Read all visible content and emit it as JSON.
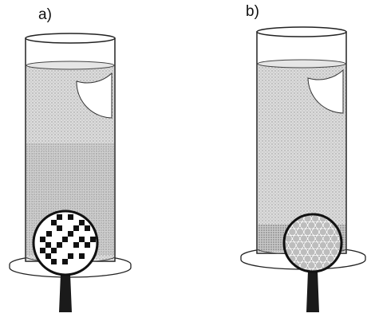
{
  "panels": [
    {
      "label": "a)",
      "magnified_pattern": "irregular-clusters"
    },
    {
      "label": "b)",
      "magnified_pattern": "ordered-spheres"
    }
  ],
  "colors": {
    "ink": "#111111",
    "liquid": "#d9d9d9",
    "glass": "#ffffff",
    "dark_particle": "#1a1a1a",
    "sphere": "#bdbdbd"
  }
}
